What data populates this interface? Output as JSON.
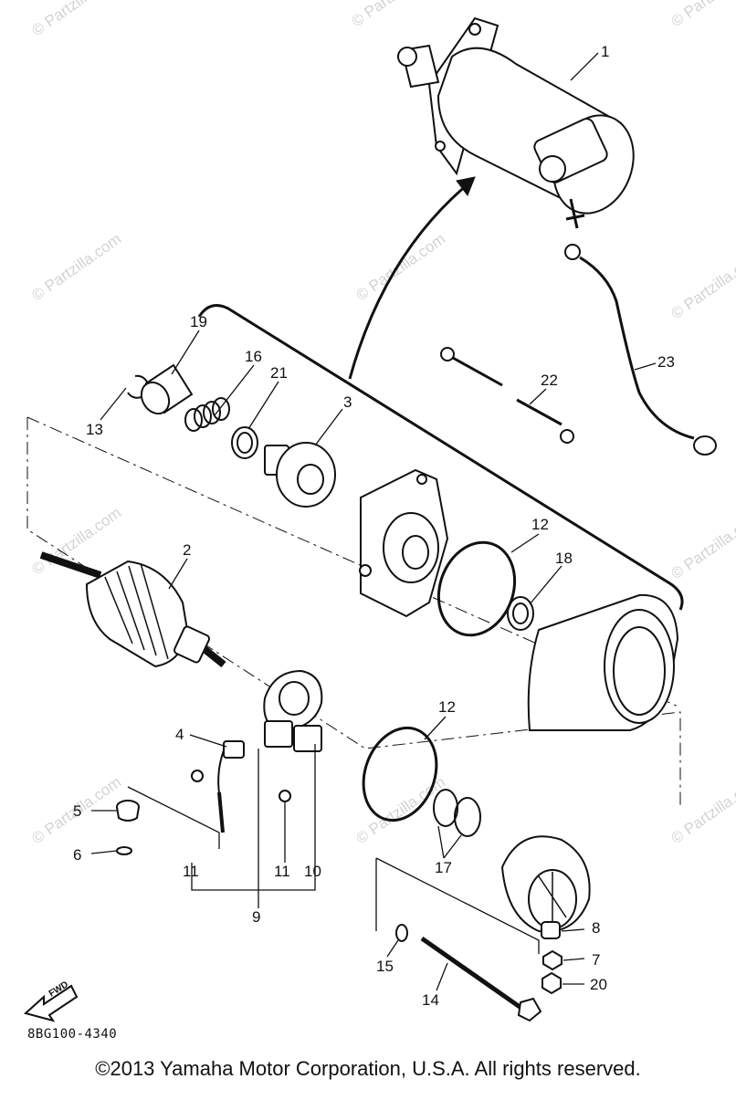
{
  "watermark_text": "© Partzilla.com",
  "callouts": [
    "1",
    "2",
    "3",
    "4",
    "5",
    "6",
    "7",
    "8",
    "9",
    "10",
    "11",
    "11",
    "12",
    "12",
    "13",
    "14",
    "15",
    "16",
    "17",
    "18",
    "19",
    "20",
    "21",
    "22",
    "23"
  ],
  "fwd_label": "FWD",
  "diagram_code": "8BG100-4340",
  "copyright": "©2013  Yamaha Motor Corporation, U.S.A. All rights reserved."
}
